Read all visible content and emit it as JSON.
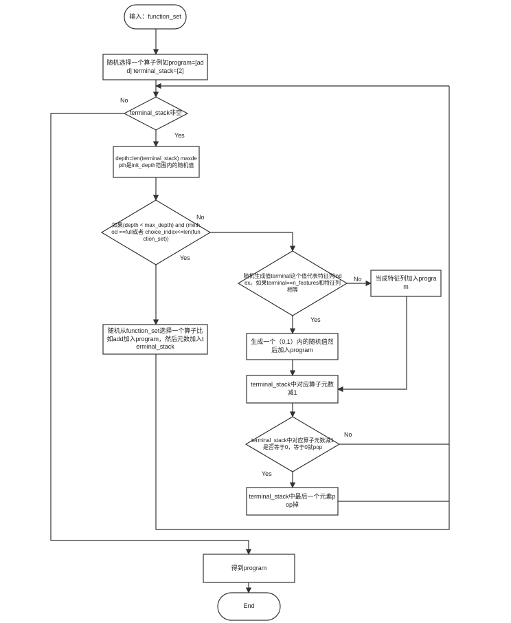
{
  "nodes": {
    "start": "输入：function_set",
    "init": "随机选择一个算子例如program=[add] terminal_stack=[2]",
    "check_empty": "terminal_stack非空",
    "depth": "depth=len(terminal_stack) maxdepth是init_depth范围内的随机值",
    "cond": "如果(depth < max_depth) and (method ==full或者 choice_index<=len(function_set))",
    "pick_func": "随机从function_set选择一个算子比如add加入program，然后元数加入terminal_stack",
    "gen_terminal": "随机生成值terminal这个值代表特征列index。如果terminal==n_features和特征列相等",
    "as_feature": "当成特征列加入program",
    "rand_value": "生成一个（0,1）内的随机值然后加入program",
    "dec_arity": "terminal_stack中对应算子元数减1",
    "check_zero": "terminal_stack中对应算子元数减1是否等于0，等于0就pop",
    "pop_last": "terminal_stack中最后一个元素pop掉",
    "get_program": "得到program",
    "end": "End"
  },
  "labels": {
    "no": "No",
    "yes": "Yes"
  }
}
